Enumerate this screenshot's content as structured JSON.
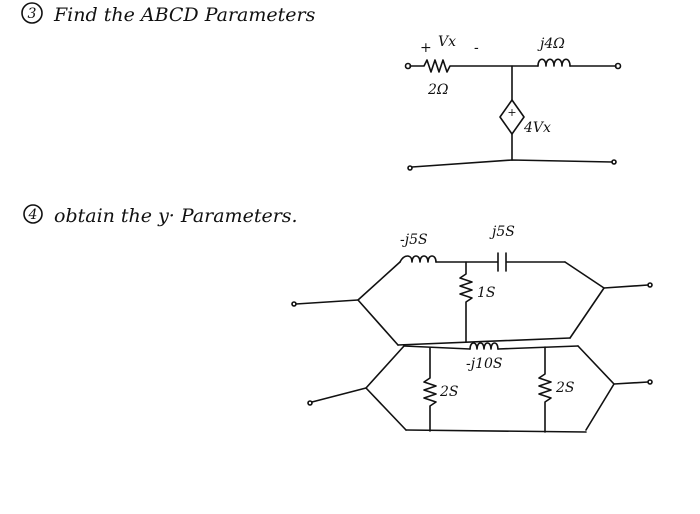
{
  "problem3": {
    "number": "3",
    "title": "Find the ABCD Parameters",
    "labels": {
      "vx": "Vx",
      "plus": "+",
      "minus": "-",
      "resistor": "2Ω",
      "inductor": "j4Ω",
      "source_plus": "+",
      "source_value": "4Vx"
    }
  },
  "problem4": {
    "number": "4",
    "title": "obtain the y· Parameters.",
    "labels": {
      "top_inductor": "-j5S",
      "top_capacitor": "j5S",
      "middle_resistor": "1S",
      "middle_inductor": "-j10S",
      "left_resistor": "2S",
      "right_resistor": "2S"
    }
  }
}
